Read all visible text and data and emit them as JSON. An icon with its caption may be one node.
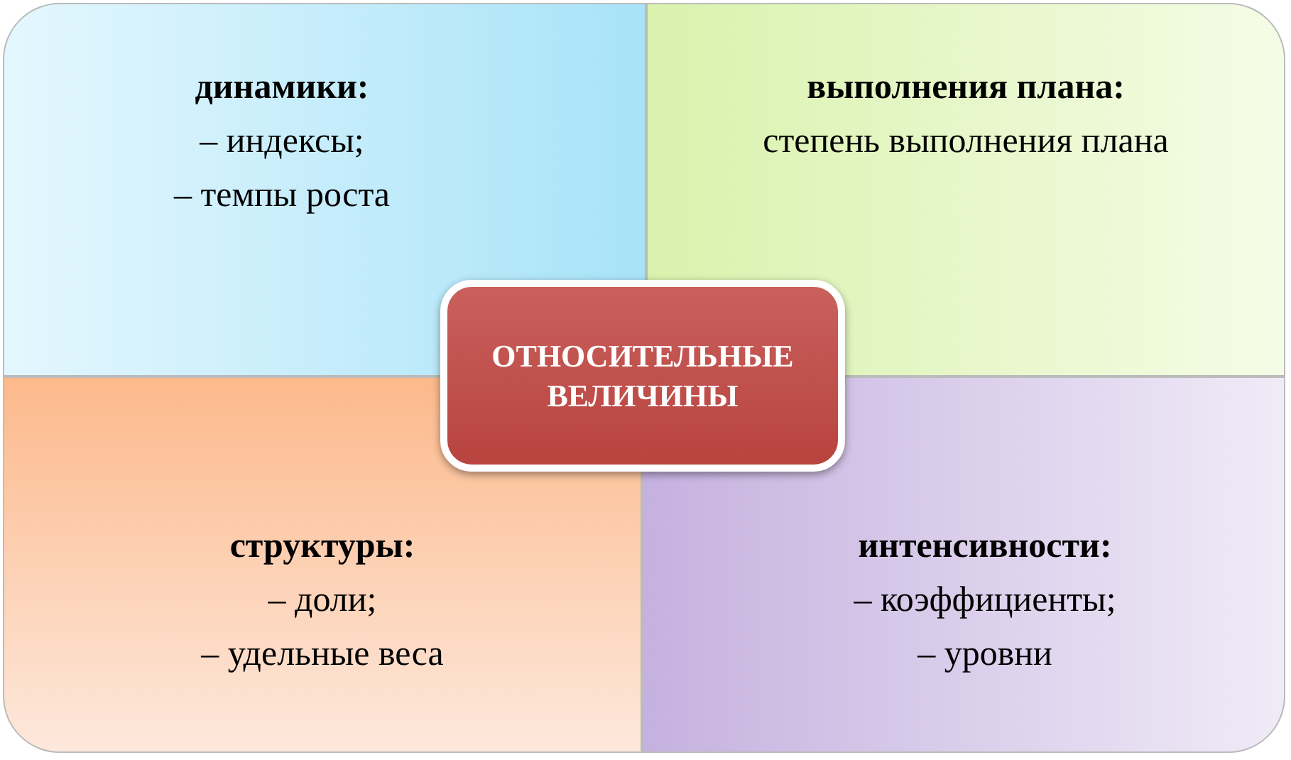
{
  "diagram": {
    "nodes": [
      {
        "text": [
          "динамики:",
          "– индексы;",
          "– темпы роста"
        ]
      },
      {
        "text": [
          "выполнения плана:",
          "степень выполнения плана"
        ]
      },
      {
        "text": [
          "ОТНОСИТЕЛЬНЫЕ ВЕЛИЧИНЫ"
        ]
      },
      {
        "text": [
          "структуры:",
          "– доли;",
          "– удельные веса"
        ]
      },
      {
        "text": [
          "интенсивности:",
          "– коэффициенты;",
          "– уровни"
        ]
      }
    ]
  }
}
